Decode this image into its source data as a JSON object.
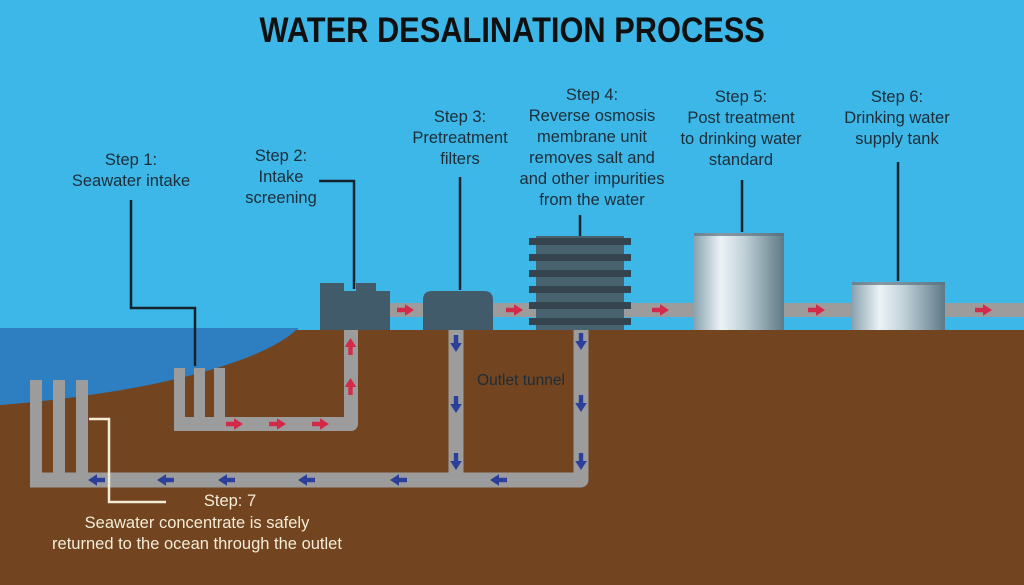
{
  "title": "WATER DESALINATION PROCESS",
  "steps": [
    {
      "id": "step1",
      "lines": [
        "Step 1:",
        "Seawater intake"
      ]
    },
    {
      "id": "step2",
      "lines": [
        "Step 2:",
        "Intake",
        "screening"
      ]
    },
    {
      "id": "step3",
      "lines": [
        "Step 3:",
        "Pretreatment",
        "filters"
      ]
    },
    {
      "id": "step4",
      "lines": [
        "Step 4:",
        "Reverse osmosis",
        "membrane unit",
        "removes salt and",
        "and other impurities",
        "from the water"
      ]
    },
    {
      "id": "step5",
      "lines": [
        "Step 5:",
        "Post treatment",
        "to drinking water",
        "standard"
      ]
    },
    {
      "id": "step6",
      "lines": [
        "Step 6:",
        "Drinking water",
        "supply tank"
      ]
    },
    {
      "id": "step7",
      "lines": [
        "Step: 7",
        "Seawater concentrate is safely",
        "returned to the ocean through the outlet"
      ]
    }
  ],
  "annotations": {
    "outlet_tunnel": "Outlet tunnel"
  },
  "colors": {
    "sky": "#3cb7e8",
    "water": "#2e7fc2",
    "ground": "#72441f",
    "pipe": "#9c9c9c",
    "building": "#415b6b",
    "ro_block": "#48626f",
    "ro_slab": "#344550",
    "tank_edge": "#8aa3b0",
    "tank_light": "#ecf3f6",
    "tank_mid": "#c2d2d9",
    "tank_dark": "#5e7987",
    "tank_top_line": "#5b7280",
    "arrow_red": "#d32a4a",
    "arrow_blue": "#2b3f9b",
    "callout_dark": "#16222c",
    "callout_light": "#f3ecd7",
    "text_dark": "#1e2d38",
    "text_light": "#f3ecd7",
    "title": "#101010"
  }
}
